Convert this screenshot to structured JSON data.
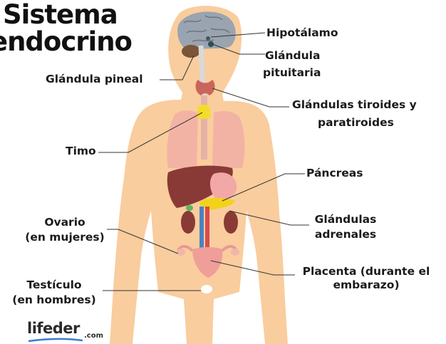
{
  "title": {
    "line1": "Sistema",
    "line2": "endocrino"
  },
  "labels": {
    "hipotalamo": "Hipotálamo",
    "pituitaria_1": "Glándula",
    "pituitaria_2": "pituitaria",
    "pineal": "Glándula pineal",
    "tiroides_1": "Glándulas tiroides y",
    "tiroides_2": "paratiroides",
    "timo": "Timo",
    "pancreas": "Páncreas",
    "adrenales_1": "Glándulas",
    "adrenales_2": "adrenales",
    "ovario_1": "Ovario",
    "ovario_2": "(en mujeres)",
    "placenta_1": "Placenta (durante el",
    "placenta_2": "embarazo)",
    "testiculo_1": "Testículo",
    "testiculo_2": "(en hombres)"
  },
  "logo": {
    "brand": "lifeder",
    "domain": ".com"
  },
  "colors": {
    "skin": "#f9cd9e",
    "liver": "#8a3a36",
    "gland": "#f3d21c",
    "lines": "#333333"
  }
}
